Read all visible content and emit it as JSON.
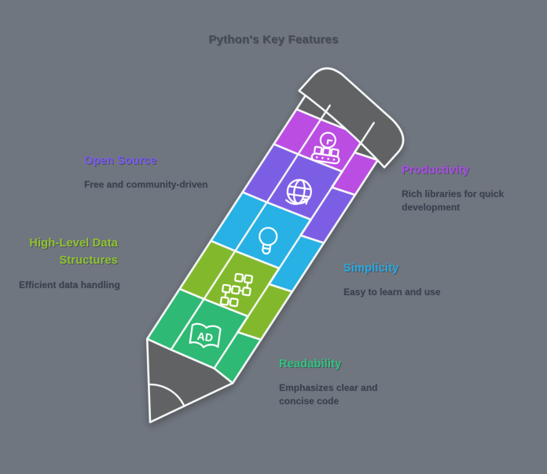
{
  "title": "Python's Key Features",
  "background": "#70767F",
  "pencil_gray": "#606264",
  "book_icon_text": "AD",
  "features": [
    {
      "id": "open-source",
      "label": "Open Source",
      "description": "Free and community-driven",
      "label_color": "#7A5BF0",
      "segment_color": "#7C5EE4",
      "icon": "globe-arrow-icon"
    },
    {
      "id": "productivity",
      "label": "Productivity",
      "description": "Rich libraries for quick development",
      "label_color": "#AB4BE8",
      "segment_color": "#BB4DE2",
      "icon": "clock-conveyor-icon"
    },
    {
      "id": "high-level-data-structures",
      "label": "High-Level Data Structures",
      "description": "Efficient data handling",
      "label_color": "#8FC52C",
      "segment_color": "#82B92C",
      "icon": "flowchart-icon"
    },
    {
      "id": "simplicity",
      "label": "Simplicity",
      "description": "Easy to learn and use",
      "label_color": "#28AADF",
      "segment_color": "#27B1E4",
      "icon": "lightbulb-icon"
    },
    {
      "id": "readability",
      "label": "Readability",
      "description": "Emphasizes clear and concise code",
      "label_color": "#2FC57D",
      "segment_color": "#2EB974",
      "icon": "book-icon"
    }
  ]
}
